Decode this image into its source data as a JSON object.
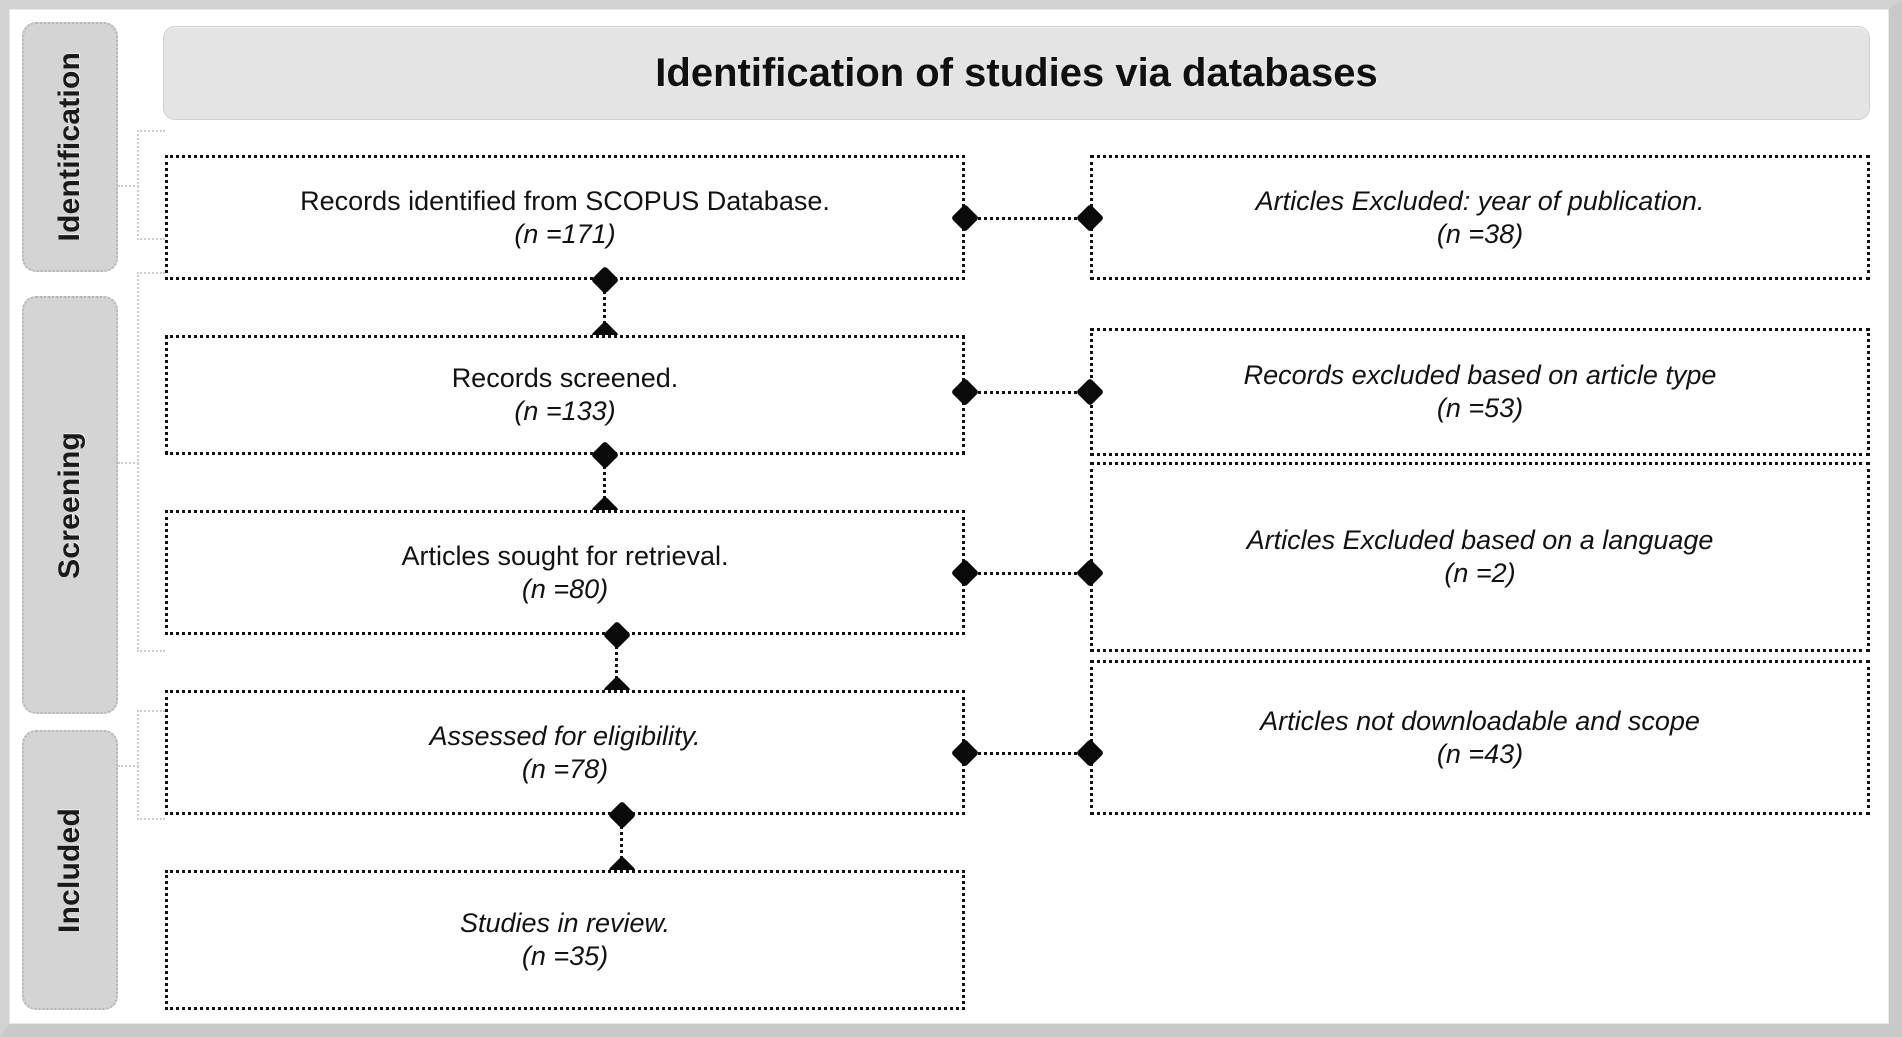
{
  "figure": {
    "type": "prisma-flow-diagram",
    "title": "Identification of studies via databases"
  },
  "phases": [
    {
      "id": "identification",
      "label": "Identification"
    },
    {
      "id": "screening",
      "label": "Screening"
    },
    {
      "id": "included",
      "label": "Included"
    }
  ],
  "flow": {
    "identification": {
      "left": [
        {
          "id": "records-identified",
          "text": "Records identified from SCOPUS Database.",
          "count": "(n =171)",
          "italic": false
        }
      ],
      "right": [
        {
          "id": "excluded-year",
          "text": "Articles Excluded: year of publication.",
          "count": "(n =38)",
          "italic": true
        }
      ]
    },
    "screening": {
      "left": [
        {
          "id": "records-screened",
          "text": "Records screened.",
          "count": "(n =133)",
          "italic": false
        },
        {
          "id": "articles-sought",
          "text": "Articles sought for retrieval.",
          "count": "(n =80)",
          "italic": false
        },
        {
          "id": "assessed-eligibility",
          "text": "Assessed for eligibility.",
          "count": "(n =78)",
          "italic": true
        }
      ],
      "right": [
        {
          "id": "excluded-article-type",
          "text": "Records excluded based on article type",
          "count": "(n =53)",
          "italic": true
        },
        {
          "id": "excluded-language",
          "text": "Articles Excluded based on a language",
          "count": "(n =2)",
          "italic": true
        },
        {
          "id": "excluded-not-downloadable",
          "text": "Articles not downloadable and scope",
          "count": "(n =43)",
          "italic": true
        }
      ]
    },
    "included": {
      "left": [
        {
          "id": "studies-in-review",
          "text": "Studies in review.",
          "count": "(n =35)",
          "italic": true
        }
      ],
      "right": []
    }
  },
  "colors": {
    "phase_fill": "#d4d4d4",
    "title_fill": "#e4e4e4",
    "box_border": "#111111",
    "page_bg": "#ffffff",
    "frame": "#d2d2d2"
  }
}
